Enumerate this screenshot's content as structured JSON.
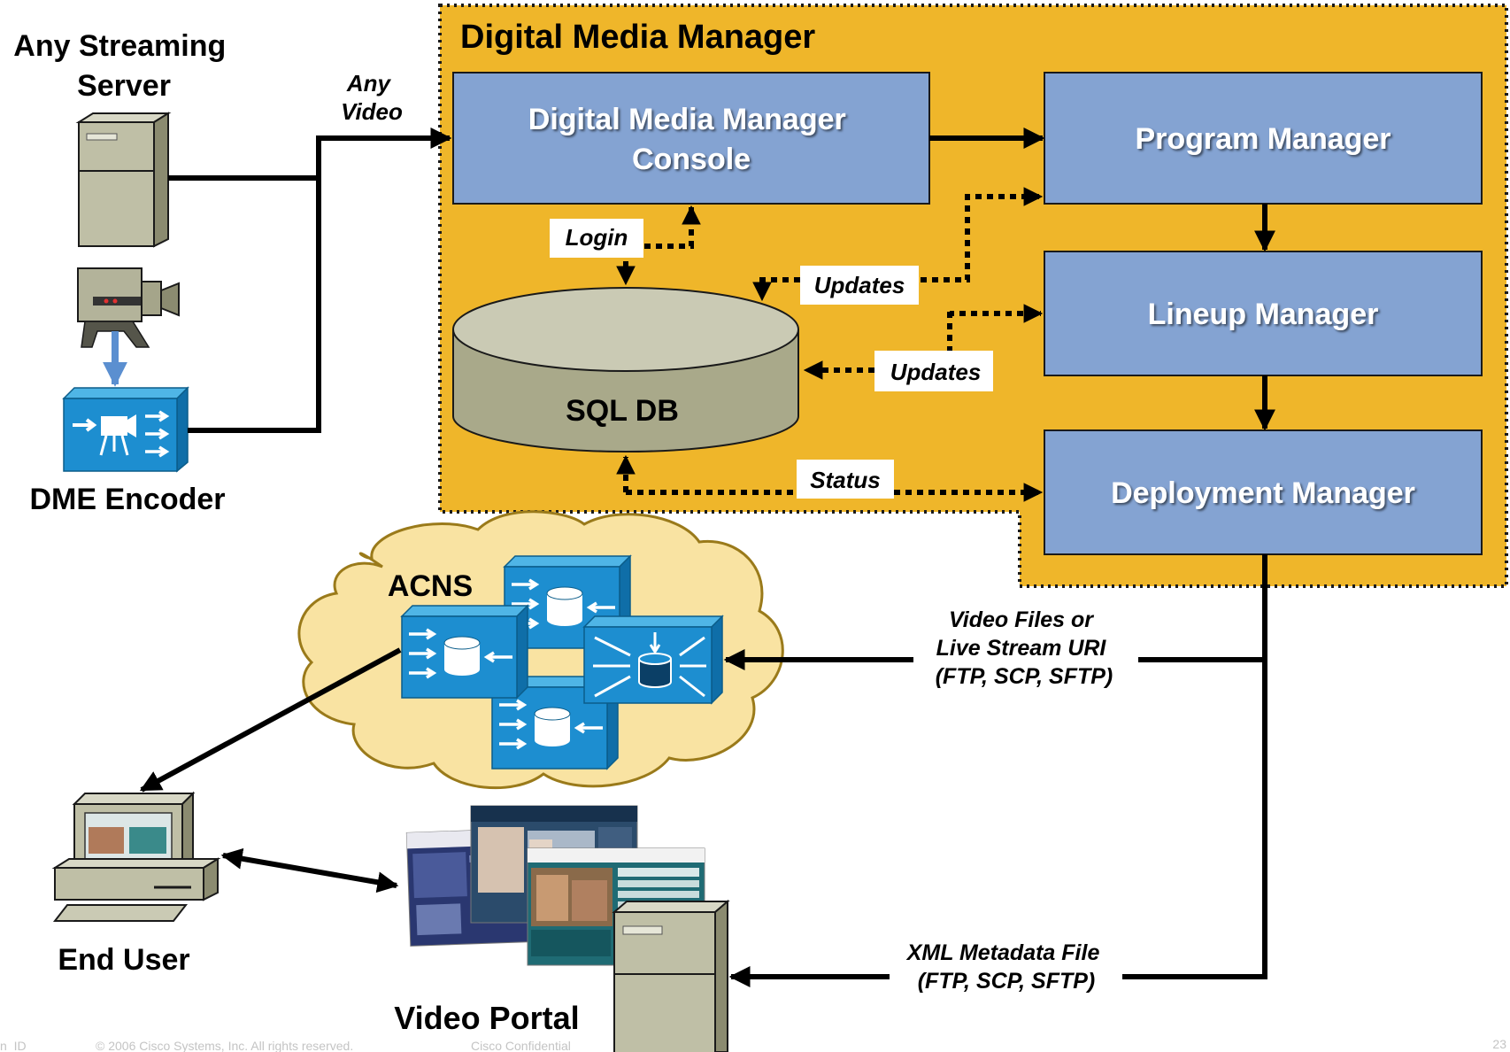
{
  "group": {
    "title": "Digital Media Manager",
    "fill": "#efb62a"
  },
  "components": {
    "console": [
      "Digital Media Manager",
      "Console"
    ],
    "program": "Program Manager",
    "lineup": "Lineup Manager",
    "deployment": "Deployment Manager",
    "db": "SQL DB",
    "box_fill": "#84a3d2"
  },
  "connectors": {
    "login": "Login",
    "updates_1": "Updates",
    "updates_2": "Updates",
    "status": "Status",
    "any_video": [
      "Any",
      "Video"
    ],
    "video_files": [
      "Video Files or",
      "Live Stream URI",
      "(FTP, SCP, SFTP)"
    ],
    "xml_metadata": [
      "XML Metadata File",
      "(FTP, SCP, SFTP)"
    ]
  },
  "external": {
    "streaming_server": [
      "Any Streaming",
      "Server"
    ],
    "encoder": "DME Encoder",
    "acns": "ACNS",
    "end_user": "End User",
    "video_portal": "Video Portal"
  },
  "footer": {
    "left": "n_ID",
    "copyright": "© 2006 Cisco Systems, Inc. All rights reserved.",
    "confidential": "Cisco Confidential",
    "page": "23"
  },
  "icons": [
    "server-icon",
    "video-camera-icon",
    "encoder-icon",
    "content-engine-icon",
    "content-router-icon",
    "computer-icon",
    "web-portal-screenshots",
    "portal-server-icon"
  ]
}
